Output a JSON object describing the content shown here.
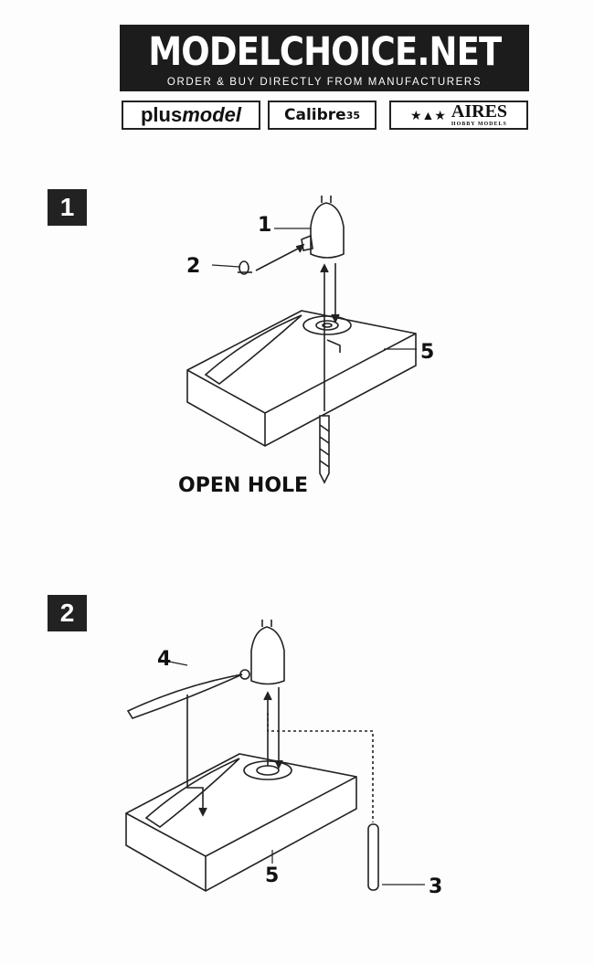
{
  "header": {
    "title": "MODELCHOICE.NET",
    "subtitle": "ORDER & BUY DIRECTLY FROM MANUFACTURERS"
  },
  "logos": {
    "plusmodel_a": "plus",
    "plusmodel_b": "model",
    "calibre": "Calibre",
    "calibre_num": "35",
    "aires": "AIRES",
    "aires_sub": "HOBBY MODELS"
  },
  "steps": [
    {
      "number": "1",
      "labels": {
        "p1": "1",
        "p2": "2",
        "p5": "5"
      },
      "note": "OPEN HOLE"
    },
    {
      "number": "2",
      "labels": {
        "p4": "4",
        "p5": "5",
        "p3": "3"
      }
    }
  ]
}
